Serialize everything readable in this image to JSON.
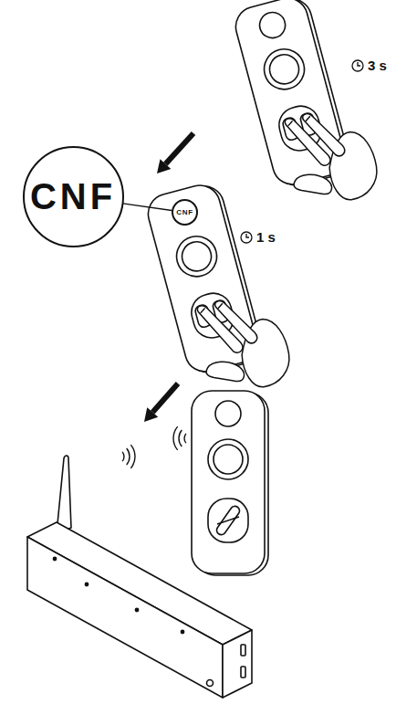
{
  "diagram": {
    "nodes": [
      {
        "text": [
          "CNF"
        ]
      },
      {
        "text": [
          "CNF"
        ]
      }
    ],
    "edges": [
      {
        "from": 0,
        "to": 1,
        "arrow": "none"
      }
    ],
    "labels": [
      "3 s",
      "1 s"
    ]
  }
}
